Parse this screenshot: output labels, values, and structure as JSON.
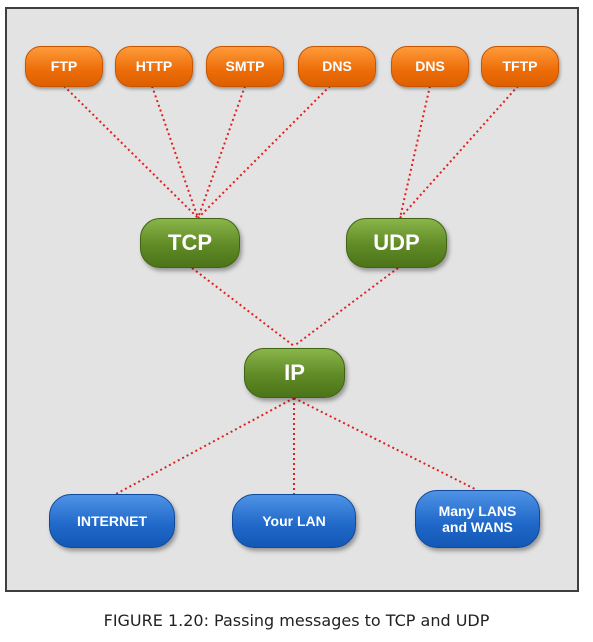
{
  "protocols": [
    "FTP",
    "HTTP",
    "SMTP",
    "DNS",
    "DNS",
    "TFTP"
  ],
  "transport": {
    "tcp": "TCP",
    "udp": "UDP"
  },
  "network": {
    "ip": "IP"
  },
  "networks": [
    "INTERNET",
    "Your LAN",
    "Many LANS and WANS"
  ],
  "caption": "FIGURE 1.20: Passing messages to TCP and UDP",
  "colors": {
    "application_nodes": "#ee7010",
    "transport_nodes": "#5c8a24",
    "network_nodes": "#1f67c8",
    "link_lines": "#e02020",
    "background": "#e3e3e3"
  }
}
